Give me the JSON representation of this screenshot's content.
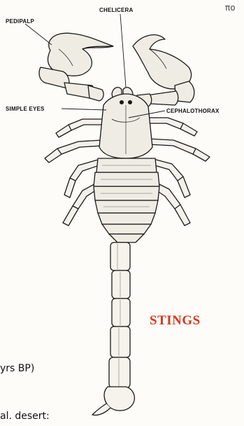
{
  "labels": {
    "pedipalp": "PEDIPALP",
    "chelicera": "CHELICERA",
    "simple_eyes": "SIMPLE EYES",
    "cephalothorax": "CEPHALOTHORAX"
  },
  "heading": "STINGS",
  "text_fragments": {
    "line1": "yrs BP)",
    "line2": "al. desert:"
  },
  "corner_mark": "πο",
  "colors": {
    "heading": "#d2381c",
    "ink": "#1a1a1a",
    "paper": "#fdfcf8",
    "shade": "#e6e2d8"
  }
}
